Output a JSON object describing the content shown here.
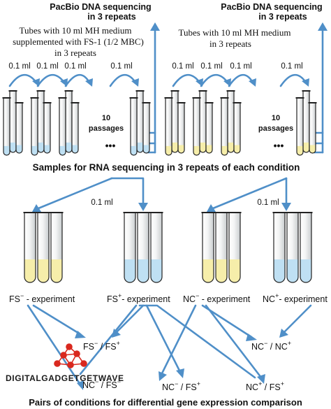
{
  "top": {
    "pacbio_left_1": "PacBio DNA sequencing",
    "pacbio_left_2": "in 3 repeats",
    "pacbio_right_1": "PacBio DNA sequencing",
    "pacbio_right_2": "in 3 repeats",
    "tubes_left_1": "Tubes with 10 ml MH medium",
    "tubes_left_2": "supplemented with FS-1 (1/2 MBC)",
    "tubes_left_3": "in 3 repeats",
    "tubes_right_1": "Tubes with 10 ml MH medium",
    "tubes_right_2": "in 3 repeats",
    "transfer_label": "0.1 ml",
    "passages_num": "10",
    "passages_word": "passages",
    "dots": "•••"
  },
  "rna_heading": "Samples for RNA sequencing in 3 repeats of each condition",
  "mid_transfer_label": "0.1 ml",
  "experiments": [
    {
      "main": "FS",
      "sup": "−",
      "rest": " - experiment"
    },
    {
      "main": "FS",
      "sup": "+",
      "rest": "- experiment"
    },
    {
      "main": "NC",
      "sup": "−",
      "rest": " - experiment"
    },
    {
      "main": "NC",
      "sup": "+",
      "rest": "- experiment"
    }
  ],
  "pairs": [
    {
      "a": "FS",
      "as": "−",
      "b": "FS",
      "bs": "+"
    },
    {
      "a": "NC",
      "as": "−",
      "b": "NC",
      "bs": "+"
    },
    {
      "a": "NC",
      "as": "−",
      "b": "FS",
      "bs": "−"
    },
    {
      "a": "NC",
      "as": "−",
      "b": "FS",
      "bs": "+"
    },
    {
      "a": "NC",
      "as": "+",
      "b": "FS",
      "bs": "+"
    }
  ],
  "bottom_heading": "Pairs of conditions for differential gene expression comparison",
  "watermark": "DIGITALGADGETGETWAVE",
  "colors": {
    "arrow": "#4f8fc8",
    "yellow_medium": "#f6eeaa",
    "blue_medium": "#bfe0f3",
    "tube_outline": "#222222",
    "logo_red": "#d9281e"
  }
}
